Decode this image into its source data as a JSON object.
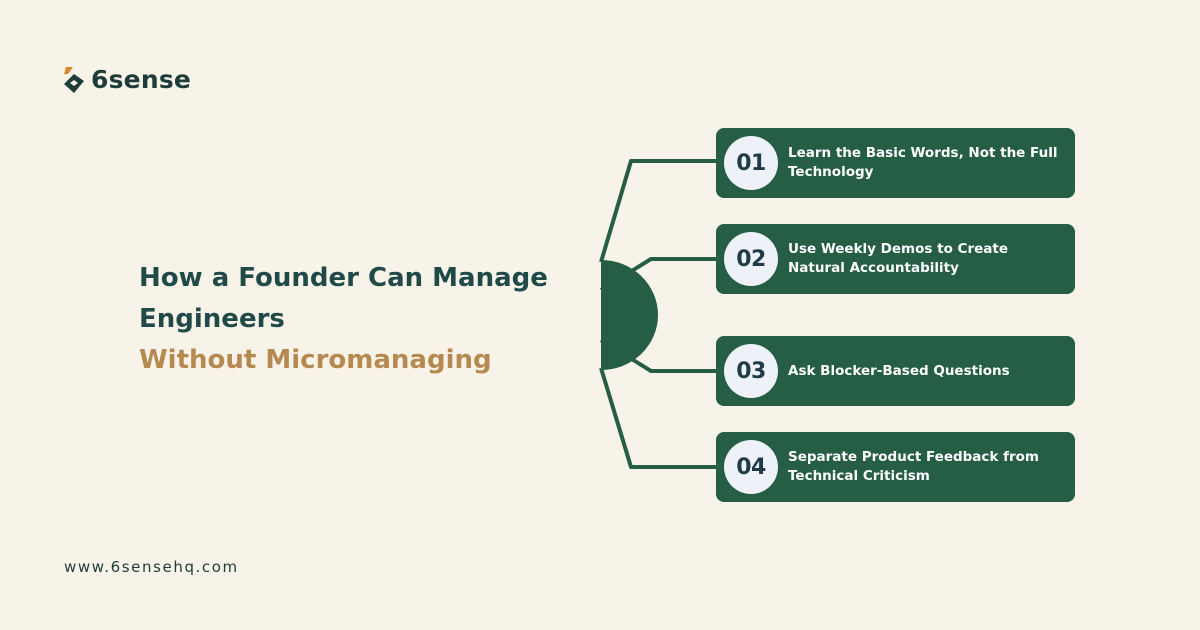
{
  "brand": {
    "name": "6sense",
    "website": "www.6sensehq.com",
    "logo_icon": "6sense-logo-mark"
  },
  "headline": {
    "line1": "How a Founder Can Manage",
    "line2": "Engineers",
    "line3": "Without Micromanaging"
  },
  "steps": [
    {
      "number": "01",
      "text": "Learn the Basic Words, Not the Full Technology"
    },
    {
      "number": "02",
      "text": "Use Weekly Demos to Create Natural Accountability"
    },
    {
      "number": "03",
      "text": "Ask Blocker-Based Questions"
    },
    {
      "number": "04",
      "text": "Separate Product Feedback from Technical Criticism"
    }
  ],
  "colors": {
    "background": "#f7f3e8",
    "primary_green": "#255e45",
    "headline_dark": "#1f4a48",
    "accent_gold": "#b5894f",
    "number_circle": "#eef1f7",
    "logo_orange": "#d6892a"
  }
}
